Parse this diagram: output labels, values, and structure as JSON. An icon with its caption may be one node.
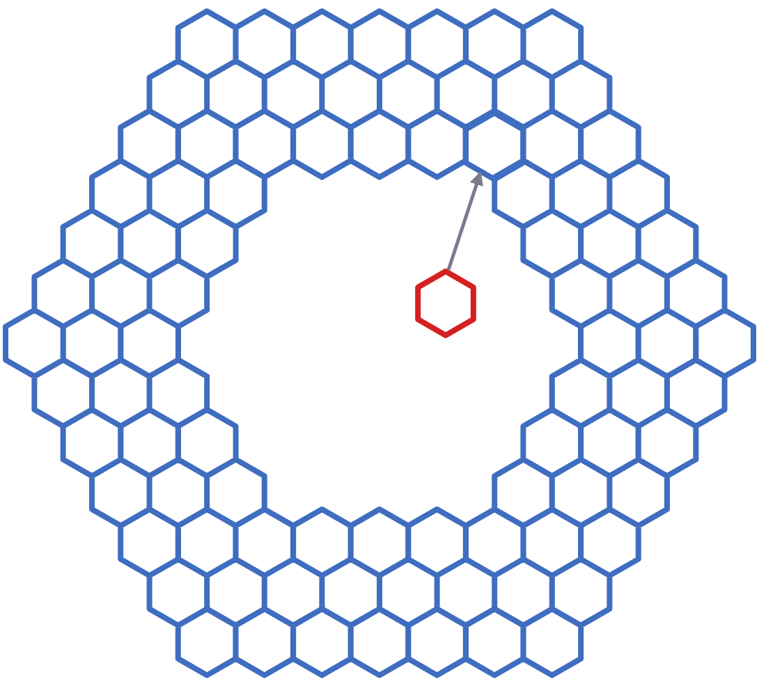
{
  "diagram": {
    "nodes": [
      {
        "text": [],
        "shape": "picture"
      },
      {
        "text": [],
        "shape": "hexagon",
        "in": 0
      },
      {
        "text": [],
        "shape": "hexagon",
        "in": 0
      }
    ],
    "edges": [
      {
        "from": 1,
        "to": 2,
        "arrow": "to"
      }
    ]
  }
}
